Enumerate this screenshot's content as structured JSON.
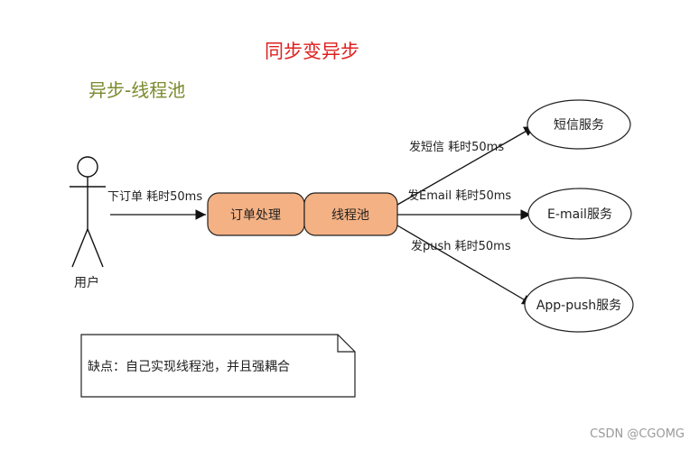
{
  "title": "同步变异步",
  "subtitle": "异步-线程池",
  "actor": {
    "label": "用户"
  },
  "process_nodes": [
    {
      "id": "order",
      "label": "订单处理"
    },
    {
      "id": "pool",
      "label": "线程池"
    }
  ],
  "service_nodes": [
    {
      "id": "sms",
      "label": "短信服务"
    },
    {
      "id": "email",
      "label": "E-mail服务"
    },
    {
      "id": "push",
      "label": "App-push服务"
    }
  ],
  "edges": [
    {
      "from": "actor",
      "to": "order",
      "label": "下订单 耗时50ms"
    },
    {
      "from": "pool",
      "to": "sms",
      "label": "发短信 耗时50ms"
    },
    {
      "from": "pool",
      "to": "email",
      "label": "发Email 耗时50ms"
    },
    {
      "from": "pool",
      "to": "push",
      "label": "发push 耗时50ms"
    }
  ],
  "note": {
    "text": "缺点：自己实现线程池，并且强耦合"
  },
  "watermark": "CSDN @CGOMG",
  "colors": {
    "process_fill": "#f4b183",
    "title": "#e02020",
    "subtitle": "#7a8a2c"
  }
}
